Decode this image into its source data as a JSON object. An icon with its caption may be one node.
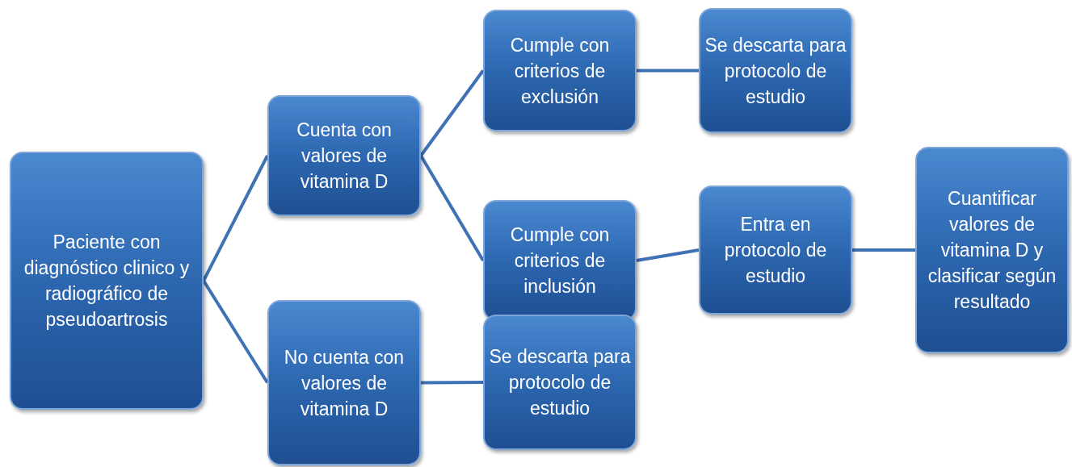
{
  "diagram": {
    "nodes": [
      {
        "text": [
          "Paciente con diagnóstico clinico y radiográfico de pseudoartrosis"
        ]
      },
      {
        "text": [
          "Cuenta con valores de vitamina D"
        ]
      },
      {
        "text": [
          "No cuenta con valores de vitamina D"
        ]
      },
      {
        "text": [
          "Cumple con criterios de exclusión"
        ]
      },
      {
        "text": [
          "Cumple con criterios de inclusión"
        ]
      },
      {
        "text": [
          "Se descarta para protocolo de estudio"
        ]
      },
      {
        "text": [
          "Se descarta para protocolo de estudio"
        ]
      },
      {
        "text": [
          "Entra en protocolo de estudio"
        ]
      },
      {
        "text": [
          "Cuantificar valores de vitamina D y clasificar según resultado"
        ]
      }
    ],
    "edges": [
      {
        "from": 0,
        "to": 1,
        "arrow": "none"
      },
      {
        "from": 0,
        "to": 2,
        "arrow": "none"
      },
      {
        "from": 1,
        "to": 3,
        "arrow": "none"
      },
      {
        "from": 1,
        "to": 4,
        "arrow": "none"
      },
      {
        "from": 2,
        "to": 5,
        "arrow": "none"
      },
      {
        "from": 3,
        "to": 6,
        "arrow": "none"
      },
      {
        "from": 4,
        "to": 7,
        "arrow": "none"
      },
      {
        "from": 7,
        "to": 8,
        "arrow": "none"
      }
    ]
  }
}
